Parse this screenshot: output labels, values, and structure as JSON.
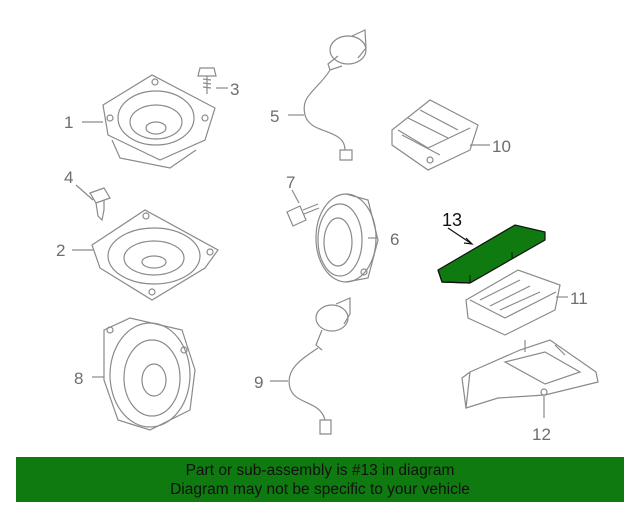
{
  "highlight_color": "#0f7a10",
  "callouts": [
    "1",
    "2",
    "3",
    "4",
    "5",
    "6",
    "7",
    "8",
    "9",
    "10",
    "11",
    "12",
    "13"
  ],
  "highlighted_part": "13",
  "banner": {
    "line1": "Part or sub-assembly is #13 in diagram",
    "line2": "Diagram may not be specific to your vehicle"
  }
}
